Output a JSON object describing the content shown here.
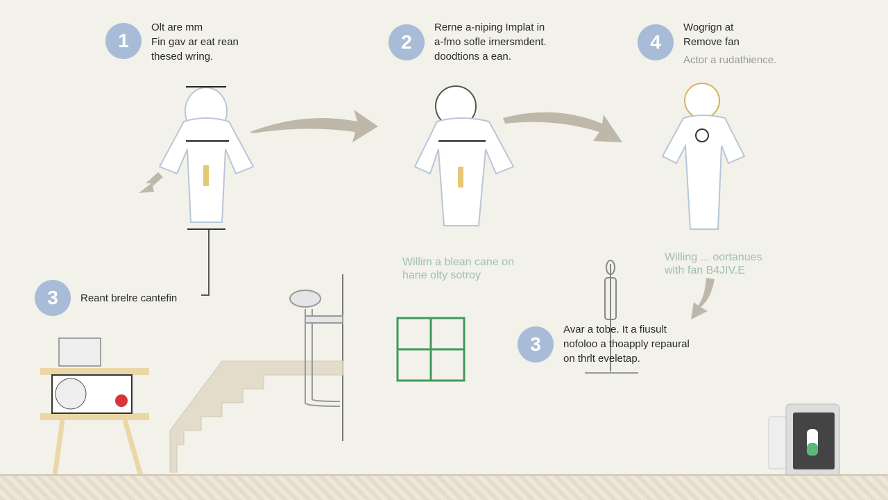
{
  "steps": [
    {
      "number": "1",
      "lines": [
        "Olt are mm",
        "Fin gav ar eat rean",
        "thesed wring."
      ]
    },
    {
      "number": "2",
      "lines": [
        "Rerne a-niping Implat in",
        "a-fmo sofle irnersmdent.",
        "doodtions a ean."
      ]
    },
    {
      "number": "4",
      "lines": [
        "Wogrign at",
        "Remove fan"
      ],
      "note": "Actor a rudathience."
    },
    {
      "number": "3",
      "lines": [
        "Reant brelre cantefin"
      ]
    },
    {
      "number": "3",
      "lines": [
        "Avar a tobe. It a fiusult",
        "nofoloo a thoapply repaural",
        "on thrlt eveletap."
      ]
    }
  ],
  "captions": [
    [
      "Willim a blean cane on",
      "hane olty sotroy"
    ],
    [
      "Willing ... oortanues",
      "with fan B4JIV.E"
    ]
  ],
  "colors": {
    "background": "#f2f1ea",
    "badge": "#a8bcd8",
    "arrow": "#bdb8aa",
    "grid": "#3f9a55",
    "battery": "#5ab878"
  }
}
